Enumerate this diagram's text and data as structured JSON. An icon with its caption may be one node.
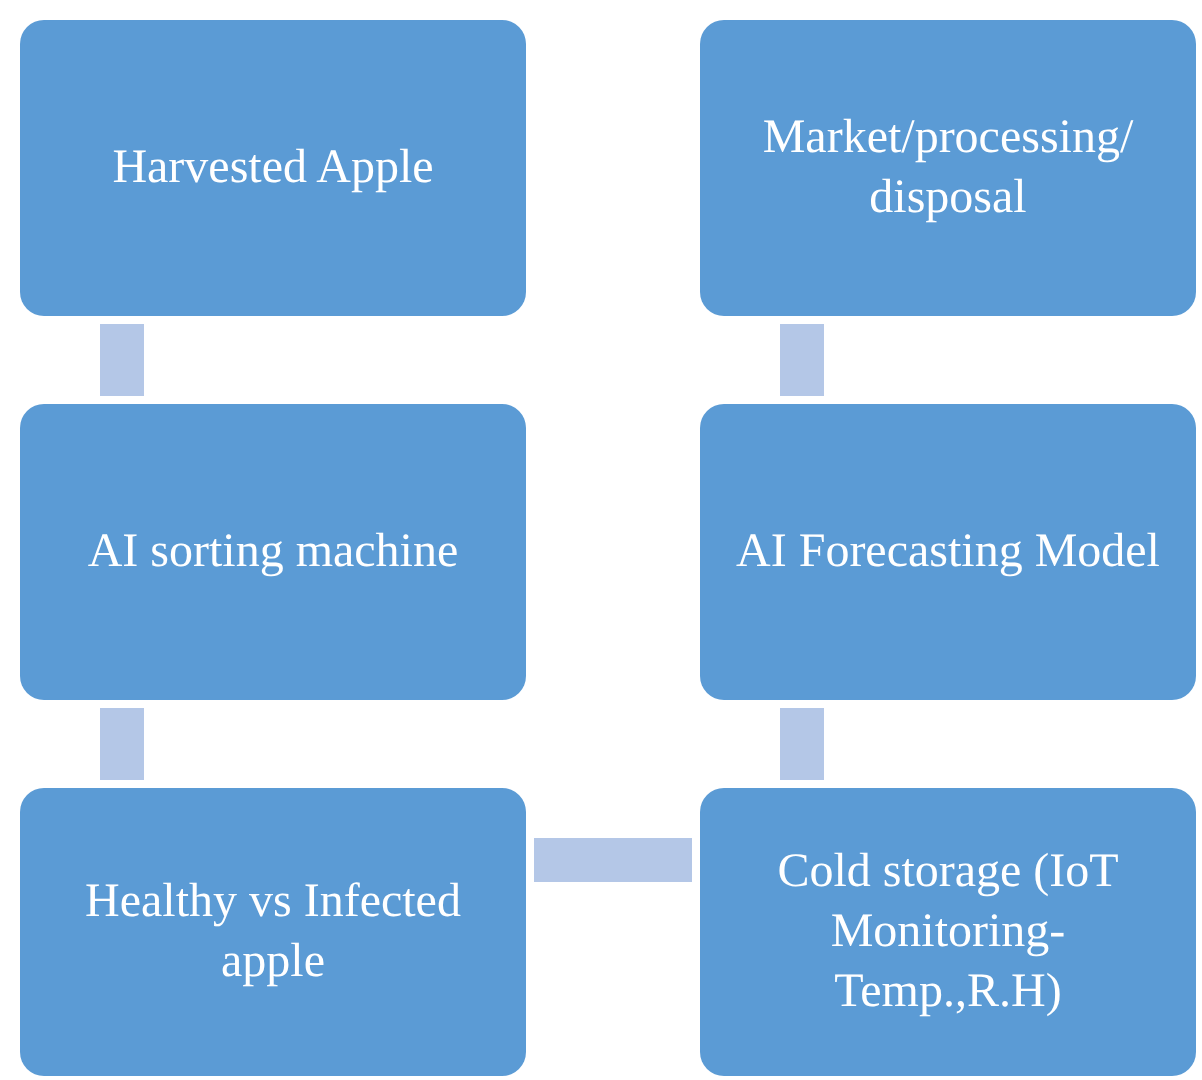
{
  "diagram": {
    "nodes": [
      {
        "text": [
          "Harvested Apple"
        ]
      },
      {
        "text": [
          "AI sorting machine"
        ]
      },
      {
        "text": [
          "Healthy vs Infected apple"
        ]
      },
      {
        "text": [
          "Cold storage (IoT Monitoring-Temp.,R.H)"
        ]
      },
      {
        "text": [
          "AI Forecasting Model"
        ]
      },
      {
        "text": [
          "Market/processing/ disposal"
        ]
      }
    ],
    "edges": [
      {
        "from": 0,
        "to": 1,
        "arrow": "none"
      },
      {
        "from": 1,
        "to": 2,
        "arrow": "none"
      },
      {
        "from": 2,
        "to": 3,
        "arrow": "none"
      },
      {
        "from": 3,
        "to": 4,
        "arrow": "none"
      },
      {
        "from": 4,
        "to": 5,
        "arrow": "none"
      }
    ]
  }
}
